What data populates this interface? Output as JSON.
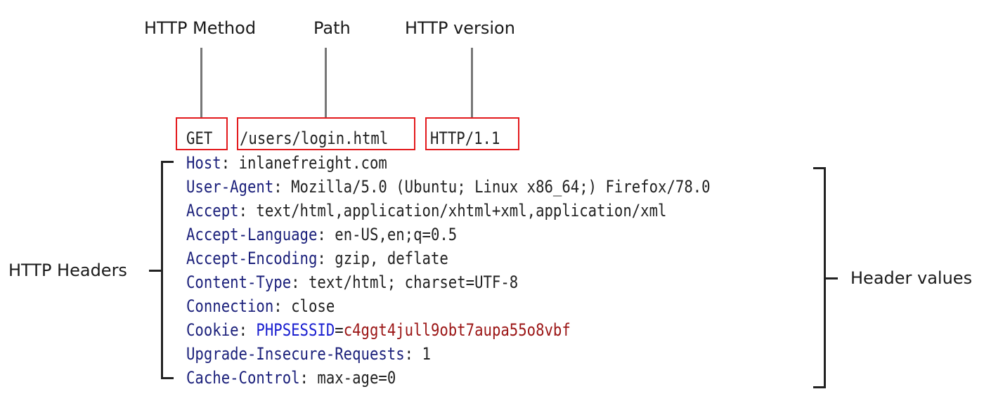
{
  "labels": {
    "method": "HTTP Method",
    "path": "Path",
    "version": "HTTP version",
    "headers": "HTTP Headers",
    "values": "Header values"
  },
  "request_line": {
    "method": "GET",
    "path": "/users/login.html",
    "version": "HTTP/1.1"
  },
  "headers": [
    {
      "name": "Host",
      "value": "inlanefreight.com"
    },
    {
      "name": "User-Agent",
      "value": "Mozilla/5.0 (Ubuntu; Linux x86_64;) Firefox/78.0"
    },
    {
      "name": "Accept",
      "value": "text/html,application/xhtml+xml,application/xml"
    },
    {
      "name": "Accept-Language",
      "value": "en-US,en;q=0.5"
    },
    {
      "name": "Accept-Encoding",
      "value": "gzip, deflate"
    },
    {
      "name": "Content-Type",
      "value": "text/html; charset=UTF-8"
    },
    {
      "name": "Connection",
      "value": "close"
    },
    {
      "name": "Cookie",
      "cookie_name": "PHPSESSID",
      "cookie_value": "c4ggt4jull9obt7aupa55o8vbf"
    },
    {
      "name": "Upgrade-Insecure-Requests",
      "value": "1"
    },
    {
      "name": "Cache-Control",
      "value": "max-age=0"
    }
  ],
  "colors": {
    "box": "#e3191c",
    "header_name": "#1a1f7a",
    "cookie_name": "#1a1fd0",
    "cookie_value": "#9b1515"
  }
}
